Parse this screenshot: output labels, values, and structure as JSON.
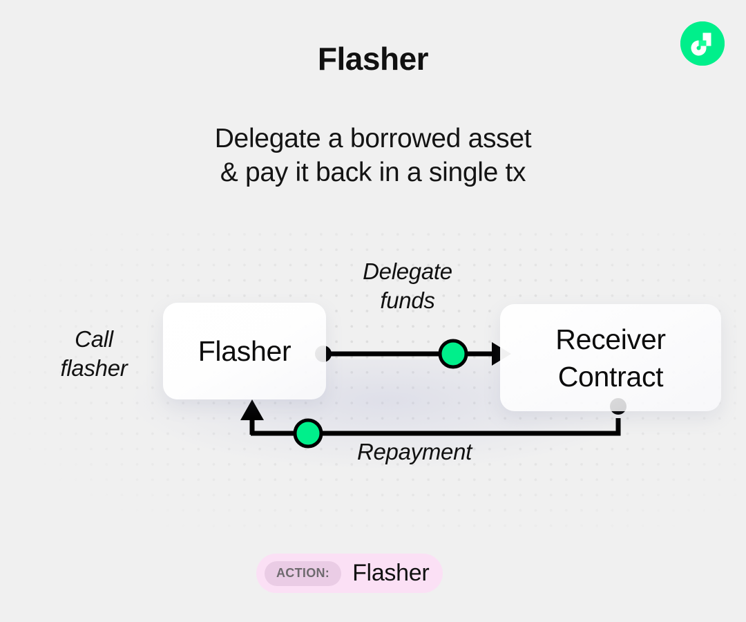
{
  "page": {
    "background_color": "#f0f0f0",
    "title": "Flasher",
    "subtitle_line1": "Delegate a borrowed asset",
    "subtitle_line2": "& pay it back in a single tx"
  },
  "logo": {
    "name": "flow-logo-icon",
    "circle_color": "#00ef8b",
    "mark_color": "#ffffff",
    "accent_color": "#16ff99"
  },
  "diagram": {
    "nodes": [
      {
        "id": "flasher",
        "label": "Flasher"
      },
      {
        "id": "receiver",
        "label_line1": "Receiver",
        "label_line2": "Contract"
      }
    ],
    "labels": {
      "call_flasher_line1": "Call",
      "call_flasher_line2": "flasher",
      "delegate_line1": "Delegate",
      "delegate_line2": "funds",
      "repayment": "Repayment"
    },
    "edges": [
      {
        "id": "delegate-funds",
        "from": "flasher",
        "to": "receiver",
        "label": "Delegate funds",
        "direction": "right",
        "marker": "arrowhead",
        "dot_color": "#00ef8b"
      },
      {
        "id": "repayment",
        "from": "receiver",
        "to": "flasher",
        "label": "Repayment",
        "direction": "left-then-up",
        "marker": "arrowhead",
        "dot_color": "#00ef8b"
      }
    ],
    "colors": {
      "wire": "#000000",
      "node_dot": "#000000",
      "green_dot": "#00ef8b",
      "grid_dot": "#dedede"
    }
  },
  "action_badge": {
    "tag": "ACTION:",
    "value": "Flasher",
    "pill_color": "#fbe0f5",
    "chip_color": "#eacce5",
    "tag_text_color": "#6e6a6e"
  }
}
